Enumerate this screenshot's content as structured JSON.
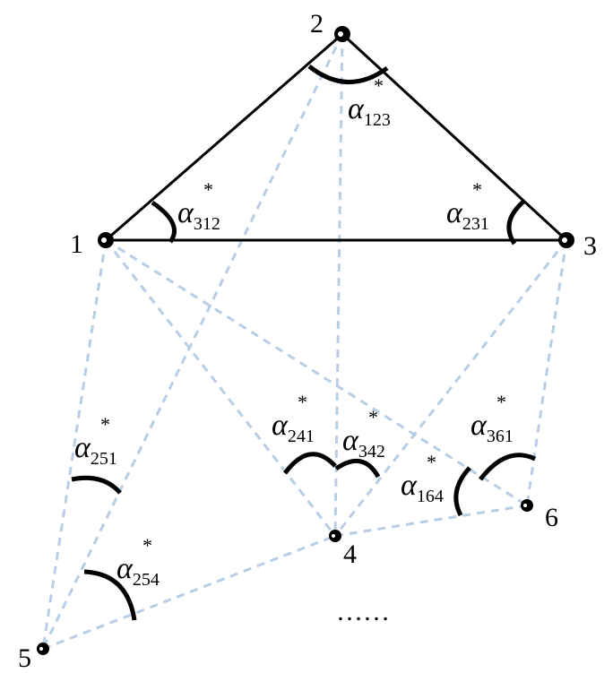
{
  "nodes": [
    {
      "id": "1",
      "label": "1"
    },
    {
      "id": "2",
      "label": "2"
    },
    {
      "id": "3",
      "label": "3"
    },
    {
      "id": "4",
      "label": "4"
    },
    {
      "id": "5",
      "label": "5"
    },
    {
      "id": "6",
      "label": "6"
    }
  ],
  "solid_edges": [
    [
      "1",
      "2"
    ],
    [
      "2",
      "3"
    ],
    [
      "1",
      "3"
    ]
  ],
  "dashed_edges": [
    [
      "1",
      "5"
    ],
    [
      "2",
      "5"
    ],
    [
      "5",
      "4"
    ],
    [
      "1",
      "4"
    ],
    [
      "2",
      "4"
    ],
    [
      "3",
      "4"
    ],
    [
      "1",
      "6"
    ],
    [
      "4",
      "6"
    ],
    [
      "3",
      "6"
    ]
  ],
  "angles": [
    {
      "id": "a123",
      "symbol": "α",
      "sub": "123",
      "sup": "*"
    },
    {
      "id": "a312",
      "symbol": "α",
      "sub": "312",
      "sup": "*"
    },
    {
      "id": "a231",
      "symbol": "α",
      "sub": "231",
      "sup": "*"
    },
    {
      "id": "a251",
      "symbol": "α",
      "sub": "251",
      "sup": "*"
    },
    {
      "id": "a241",
      "symbol": "α",
      "sub": "241",
      "sup": "*"
    },
    {
      "id": "a342",
      "symbol": "α",
      "sub": "342",
      "sup": "*"
    },
    {
      "id": "a361",
      "symbol": "α",
      "sub": "361",
      "sup": "*"
    },
    {
      "id": "a164",
      "symbol": "α",
      "sub": "164",
      "sup": "*"
    },
    {
      "id": "a254",
      "symbol": "α",
      "sub": "254",
      "sup": "*"
    }
  ],
  "ellipsis": "……",
  "colors": {
    "solid": "#000000",
    "dashed": "#b8cde6",
    "node": "#000000"
  }
}
